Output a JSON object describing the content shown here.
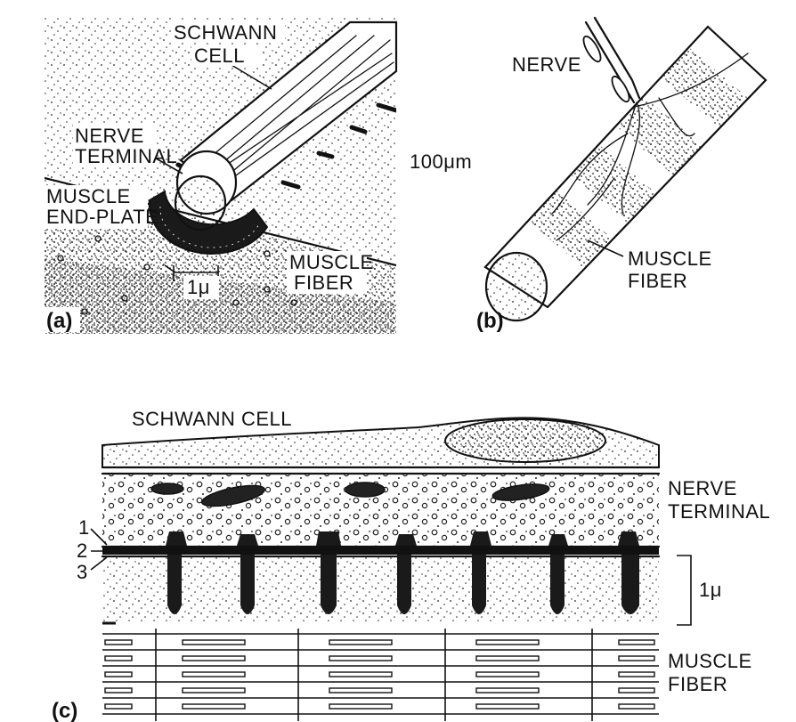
{
  "figure": {
    "panel_a": {
      "panel_label": "(a)",
      "schwann_cell_line1": "SCHWANN",
      "schwann_cell_line2": "CELL",
      "nerve_terminal_line1": "NERVE",
      "nerve_terminal_line2": "TERMINAL",
      "muscle_end_plate_line1": "MUSCLE",
      "muscle_end_plate_line2": "END-PLATE",
      "muscle_fiber_line1": "MUSCLE",
      "muscle_fiber_line2": "FIBER",
      "scale_small": "1μ",
      "scale_large": "100μm"
    },
    "panel_b": {
      "panel_label": "(b)",
      "nerve": "NERVE",
      "muscle_fiber_line1": "MUSCLE",
      "muscle_fiber_line2": "FIBER"
    },
    "panel_c": {
      "panel_label": "(c)",
      "schwann_cell": "SCHWANN CELL",
      "nerve_terminal_line1": "NERVE",
      "nerve_terminal_line2": "TERMINAL",
      "muscle_fiber_line1": "MUSCLE",
      "muscle_fiber_line2": "FIBER",
      "scale": "1μ",
      "layer_1": "1",
      "layer_2": "2",
      "layer_3": "3"
    }
  }
}
